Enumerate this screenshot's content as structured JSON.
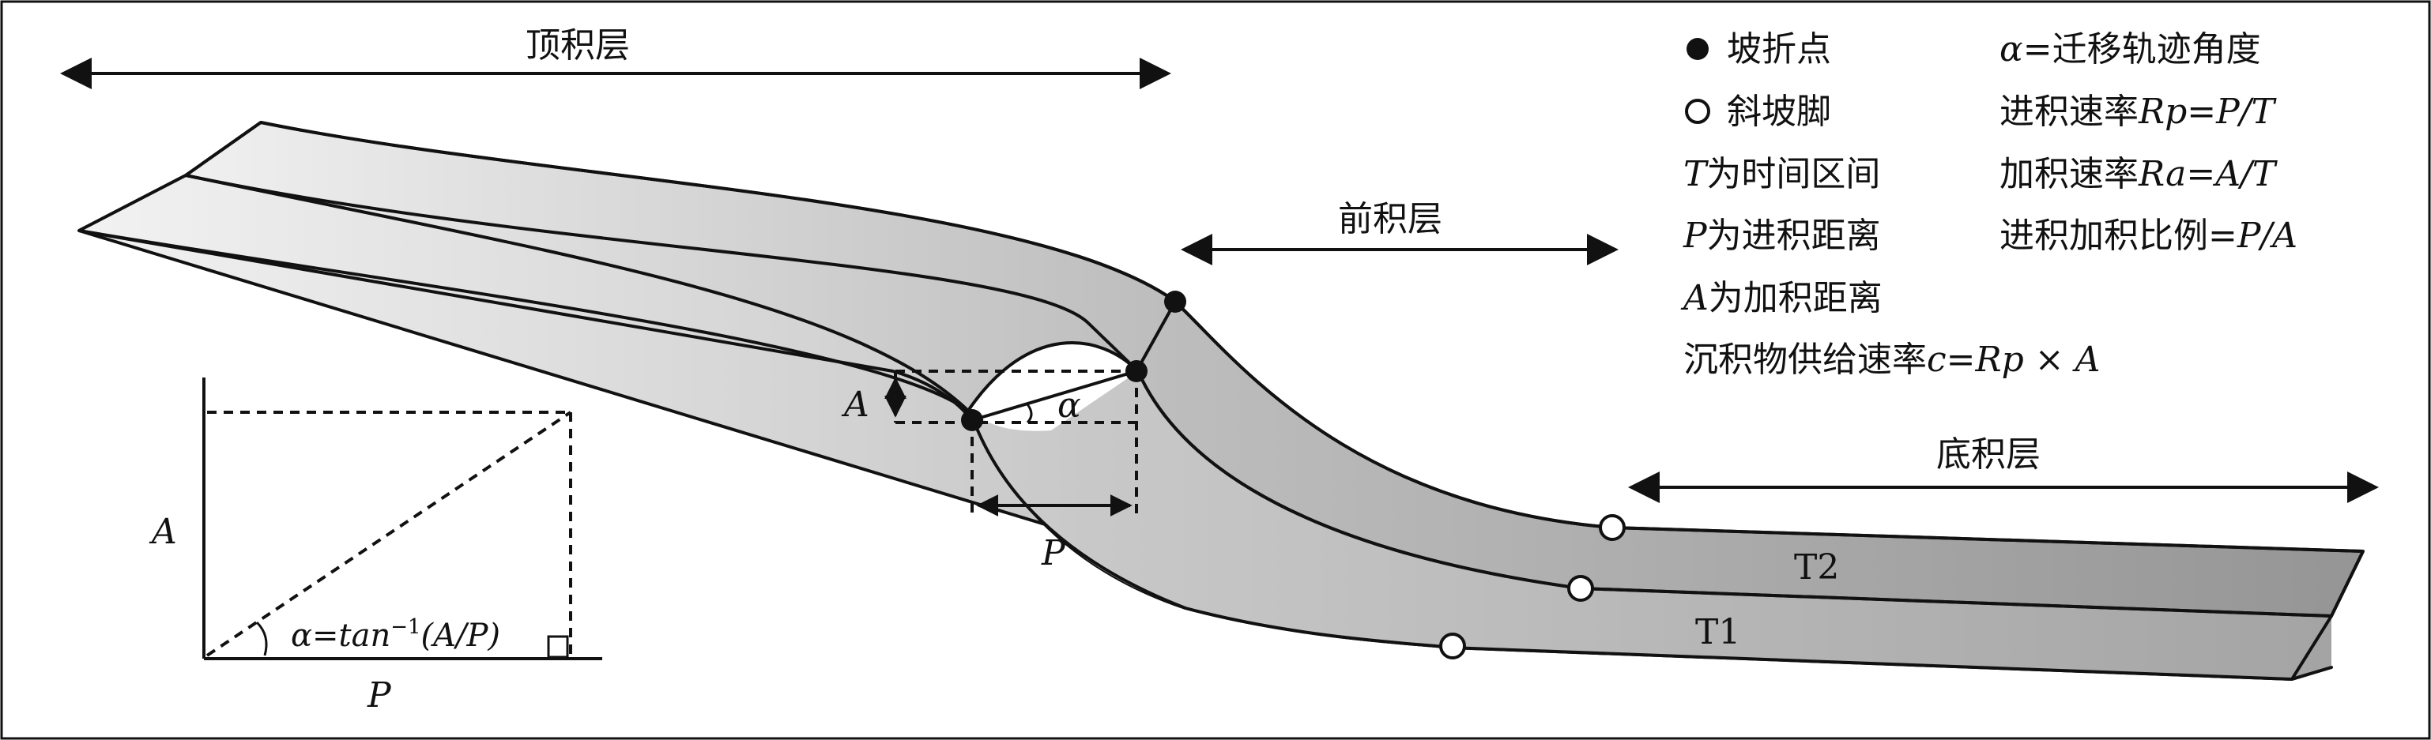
{
  "labels": {
    "topset": "顶积层",
    "foreset": "前积层",
    "bottomset": "底积层",
    "T2": "T2",
    "T1": "T1",
    "A": "A",
    "P": "P",
    "alpha": "α",
    "inset_A": "A",
    "inset_P": "P",
    "inset_formula_a": "α=tan",
    "inset_formula_sup": "−1",
    "inset_formula_b": "(A/P)"
  },
  "legend": {
    "filled_dot": "坡折点",
    "open_dot": "斜坡脚",
    "t_def_sym": "T",
    "t_def": "为时间区间",
    "p_def_sym": "P",
    "p_def": "为进积距离",
    "a_def_sym": "A",
    "a_def": "为加积距离",
    "supply_a": "沉积物供给速率",
    "supply_b": "c=Rp × A",
    "alpha_sym": "α",
    "alpha_def": "=迁移轨迹角度",
    "prog_a": "进积速率",
    "prog_b": "Rp=P/T",
    "aggr_a": "加积速率",
    "aggr_b": "Ra=A/T",
    "ratio_a": "进积加积比例=",
    "ratio_b": "P/A"
  },
  "colors": {
    "outline": "#111111",
    "fill_dark": "#9a9a9a",
    "fill_light": "#efefef"
  }
}
